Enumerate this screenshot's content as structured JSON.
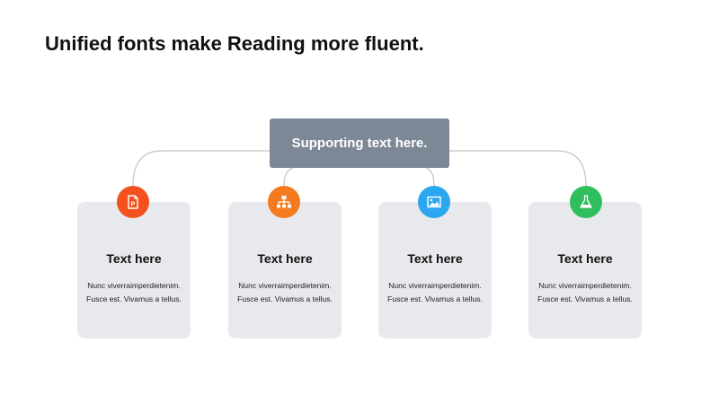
{
  "title": "Unified fonts make Reading more fluent.",
  "hub": {
    "label": "Supporting text here."
  },
  "colors": {
    "hub": "#7d8896",
    "card": "#e8e9ec",
    "connector": "#c4c4c4"
  },
  "cards": [
    {
      "title": "Text here",
      "line1": "Nunc viverraimperdietenim.",
      "line2": "Fusce est. Vivamus a tellus.",
      "icon": "presentation-file-icon",
      "color": "#f4511e"
    },
    {
      "title": "Text here",
      "line1": "Nunc viverraimperdietenim.",
      "line2": "Fusce est. Vivamus a tellus.",
      "icon": "org-chart-icon",
      "color": "#f47b20"
    },
    {
      "title": "Text here",
      "line1": "Nunc viverraimperdietenim.",
      "line2": "Fusce est. Vivamus a tellus.",
      "icon": "image-icon",
      "color": "#2aa7f0"
    },
    {
      "title": "Text here",
      "line1": "Nunc viverraimperdietenim.",
      "line2": "Fusce est. Vivamus a tellus.",
      "icon": "flask-icon",
      "color": "#2fbf5f"
    }
  ]
}
